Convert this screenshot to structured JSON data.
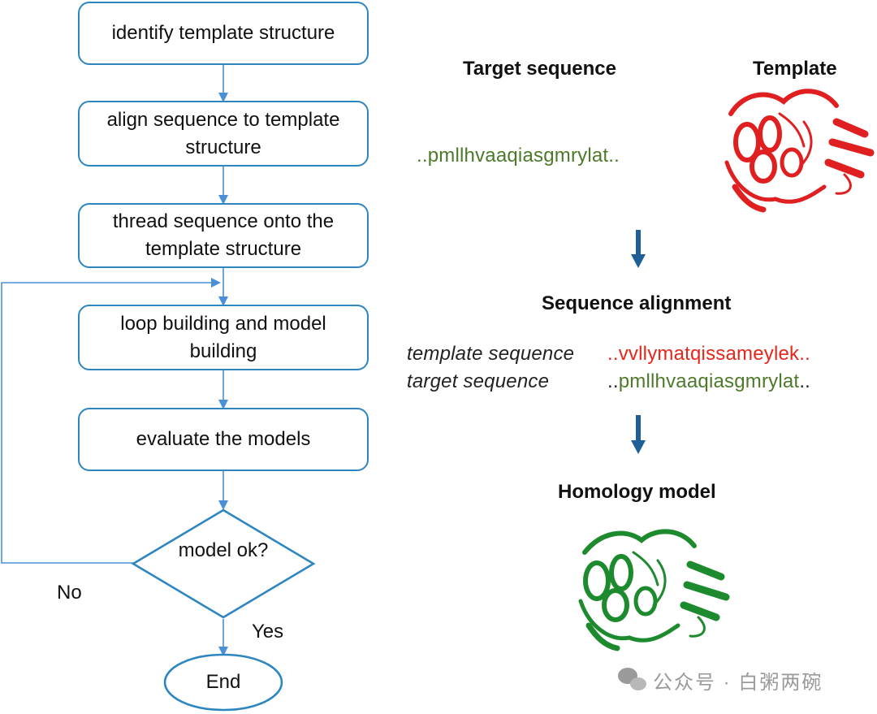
{
  "flowchart": {
    "steps": [
      "identify template structure",
      "align sequence to template structure",
      "thread sequence onto the template structure",
      "loop building and model building",
      "evaluate the models"
    ],
    "decision": "model ok?",
    "no_label": "No",
    "yes_label": "Yes",
    "end_label": "End"
  },
  "right_panel": {
    "target_heading": "Target sequence",
    "template_heading": "Template",
    "target_seq": "..pmllhvaaqiasgmrylat..",
    "alignment_heading": "Sequence alignment",
    "template_row_label": "template sequence",
    "template_row_seq": "..vvllymatqissameylek..",
    "target_row_label": "target sequence",
    "target_row_dots_start": "..",
    "target_row_seq": "pmllhvaaqiasgmrylat",
    "target_row_dots_end": "..",
    "model_heading": "Homology model"
  },
  "colors": {
    "box_border": "#2e86c1",
    "arrow": "#4a90d9",
    "down_arrow": "#1f5f97",
    "target_green": "#4d7a2a",
    "template_red": "#e8261b",
    "protein_red": "#e02020",
    "protein_green": "#1e8a2e"
  },
  "watermark": "公众号 · 白粥两碗"
}
